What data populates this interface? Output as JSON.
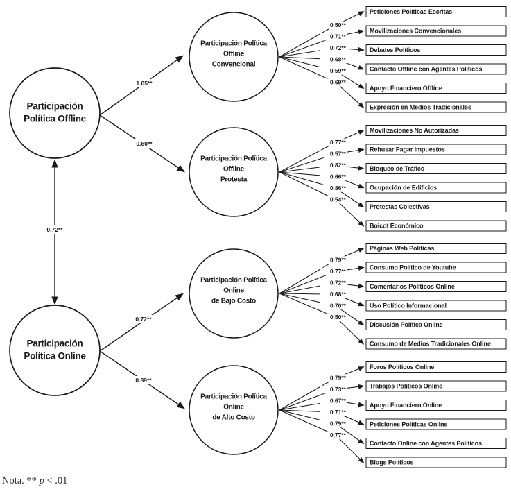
{
  "colors": {
    "ink": "#1a1a1a",
    "background": "#ffffff"
  },
  "note": {
    "before": "Nota. ** ",
    "p": "p",
    "after": " < .01"
  },
  "latent_left": [
    {
      "id": "offline",
      "label_lines": [
        "Participación",
        "Política Offline"
      ]
    },
    {
      "id": "online",
      "label_lines": [
        "Participación",
        "Política Online"
      ]
    }
  ],
  "correlation": {
    "between": [
      "offline",
      "online"
    ],
    "value": "0.72**"
  },
  "structural_paths": [
    {
      "from": "offline",
      "to": "offline-convencional",
      "value": "1.05**"
    },
    {
      "from": "offline",
      "to": "offline-protesta",
      "value": "0.60**"
    },
    {
      "from": "online",
      "to": "online-bajo-costo",
      "value": "0.72**"
    },
    {
      "from": "online",
      "to": "online-alto-costo",
      "value": "0.89**"
    }
  ],
  "factors": [
    {
      "id": "offline-convencional",
      "label_lines": [
        "Participación Política",
        "Offline",
        "Convencional"
      ],
      "indicators": [
        {
          "label": "Peticiones Políticas Escritas",
          "loading": "0.50**"
        },
        {
          "label": "Movilizaciones Convencionales",
          "loading": "0.71**"
        },
        {
          "label": "Debates Políticos",
          "loading": "0.72**"
        },
        {
          "label": "Contacto Offline con Agentes Políticos",
          "loading": "0.68**"
        },
        {
          "label": "Apoyo Financiero Offline",
          "loading": "0.59**"
        },
        {
          "label": "Expresión en Medios Tradicionales",
          "loading": "0.69**"
        }
      ]
    },
    {
      "id": "offline-protesta",
      "label_lines": [
        "Participación Política",
        "Offline",
        "Protesta"
      ],
      "indicators": [
        {
          "label": "Movilizaciones No Autorizadas",
          "loading": "0.77**"
        },
        {
          "label": "Rehusar Pagar Impuestos",
          "loading": "0.57**"
        },
        {
          "label": "Bloqueo de Tráfico",
          "loading": "0.82**"
        },
        {
          "label": "Ocupación de Edificios",
          "loading": "0.66**"
        },
        {
          "label": "Protestas Colectivas",
          "loading": "0.86**"
        },
        {
          "label": "Boicot Económico",
          "loading": "0.54**"
        }
      ]
    },
    {
      "id": "online-bajo-costo",
      "label_lines": [
        "Participación Política",
        "Online",
        "de Bajo Costo"
      ],
      "indicators": [
        {
          "label": "Páginas Web Políticas",
          "loading": "0.79**"
        },
        {
          "label": "Consumo Político de Youtube",
          "loading": "0.77**"
        },
        {
          "label": "Comentarios Políticos Online",
          "loading": "0.72**"
        },
        {
          "label": "Uso Político Informacional",
          "loading": "0.68**"
        },
        {
          "label": "Discusión Política Online",
          "loading": "0.70**"
        },
        {
          "label": "Consumo de Medios Tradicionales Online",
          "loading": "0.50**"
        }
      ]
    },
    {
      "id": "online-alto-costo",
      "label_lines": [
        "Participación Política",
        "Online",
        "de Alto Costo"
      ],
      "indicators": [
        {
          "label": "Foros Políticos Online",
          "loading": "0.79**"
        },
        {
          "label": "Trabajos Políticos Online",
          "loading": "0.73**"
        },
        {
          "label": "Apoyo Financiero Online",
          "loading": "0.67**"
        },
        {
          "label": "Peticiones Políticas Online",
          "loading": "0.71**"
        },
        {
          "label": "Contacto Online con Agentes Políticos",
          "loading": "0.79**"
        },
        {
          "label": "Blogs Políticos",
          "loading": "0.77**"
        }
      ]
    }
  ]
}
